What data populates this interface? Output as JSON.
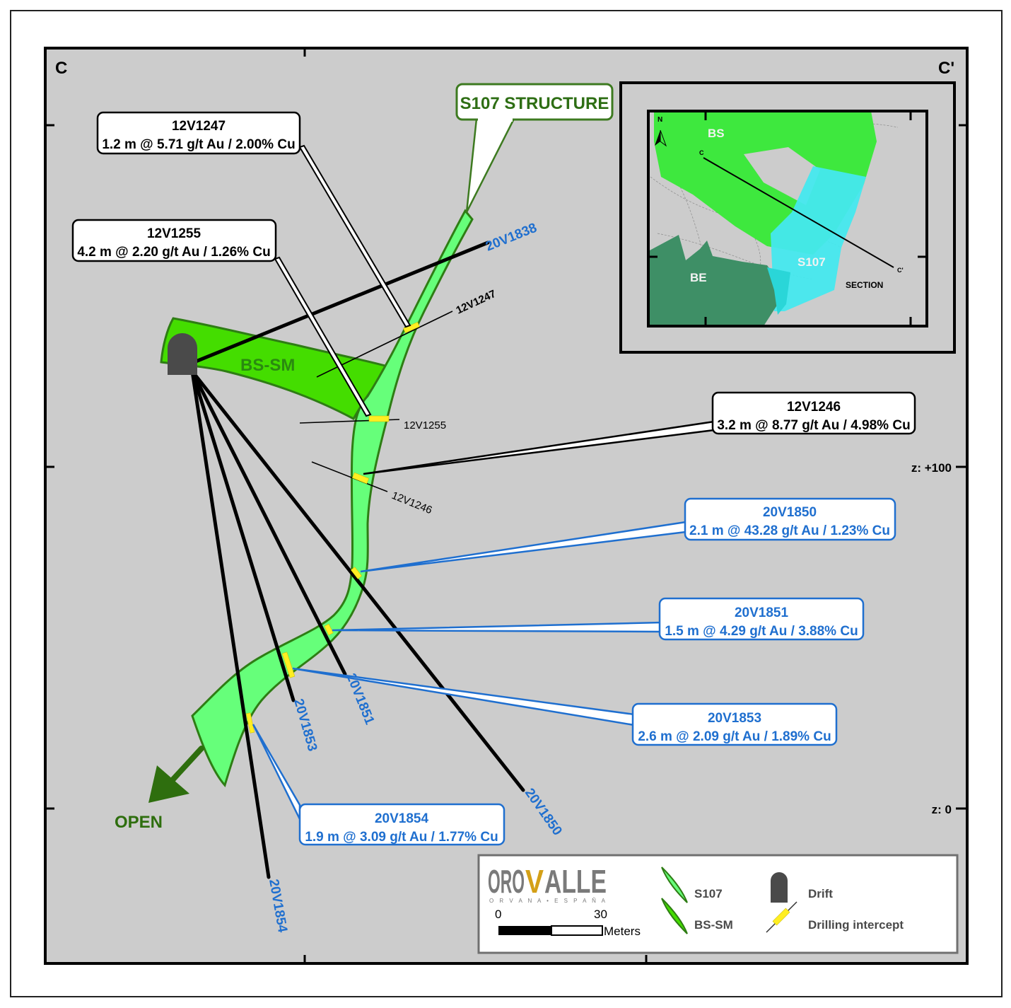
{
  "section": {
    "start_label": "C",
    "end_label": "C'",
    "elevation_ticks": [
      {
        "label": "z: +100",
        "value": 100
      },
      {
        "label": "z: 0",
        "value": 0
      }
    ]
  },
  "structure_callout": "S107 STRUCTURE",
  "zones": {
    "s107": "S107",
    "bs_sm": "BS-SM"
  },
  "open_label": "OPEN",
  "historic_holes": [
    {
      "id": "12V1247",
      "trace_label": "12V1247",
      "title": "12V1247",
      "result": "1.2 m @ 5.71 g/t Au / 2.00% Cu"
    },
    {
      "id": "12V1255",
      "trace_label": "12V1255",
      "title": "12V1255",
      "result": "4.2 m @ 2.20 g/t Au / 1.26% Cu"
    },
    {
      "id": "12V1246",
      "trace_label": "12V1246",
      "title": "12V1246",
      "result": "3.2 m @ 8.77 g/t Au / 4.98% Cu"
    }
  ],
  "new_holes": [
    {
      "id": "20V1838",
      "trace_label": "20V1838"
    },
    {
      "id": "20V1850",
      "trace_label": "20V1850",
      "title": "20V1850",
      "result": "2.1 m @ 43.28 g/t Au / 1.23% Cu"
    },
    {
      "id": "20V1851",
      "trace_label": "20V1851",
      "title": "20V1851",
      "result": "1.5 m @ 4.29 g/t Au / 3.88% Cu"
    },
    {
      "id": "20V1853",
      "trace_label": "20V1853",
      "title": "20V1853",
      "result": "2.6 m @ 2.09 g/t Au / 1.89% Cu"
    },
    {
      "id": "20V1854",
      "trace_label": "20V1854",
      "title": "20V1854",
      "result": "1.9 m @ 3.09 g/t Au / 1.77% Cu"
    }
  ],
  "inset_map": {
    "north_label": "N",
    "zones": {
      "bs": "BS",
      "be": "BE",
      "s107": "S107"
    },
    "section_start": "C",
    "section_end": "C'",
    "section_label": "SECTION"
  },
  "legend": {
    "logo_main_left": "ORO",
    "logo_main_accent": "V",
    "logo_main_right": "ALLE",
    "logo_sub": "O R V A N A  •  E S P A Ñ A",
    "scale_start": "0",
    "scale_end": "30",
    "scale_unit": "Meters",
    "items": {
      "s107": "S107",
      "bs_sm": "BS-SM",
      "drift": "Drift",
      "intercept": "Drilling intercept"
    }
  },
  "colors": {
    "background": "#cccccc",
    "s107_fill": "#66ff7a",
    "bs_sm_fill": "#44dd00",
    "zone_outline": "#2e7d14",
    "new_hole_blue": "#1f6fcf",
    "historic_black": "#000000",
    "intercept_yellow": "#ffee22",
    "drift_gray": "#4a4a4a",
    "open_green": "#2e6e0e",
    "logo_gray": "#7a7a7a",
    "logo_gold": "#d4a017",
    "inset_bs": "#3ee83e",
    "inset_be": "#3e8f66",
    "inset_s107": "#44e8ee"
  }
}
